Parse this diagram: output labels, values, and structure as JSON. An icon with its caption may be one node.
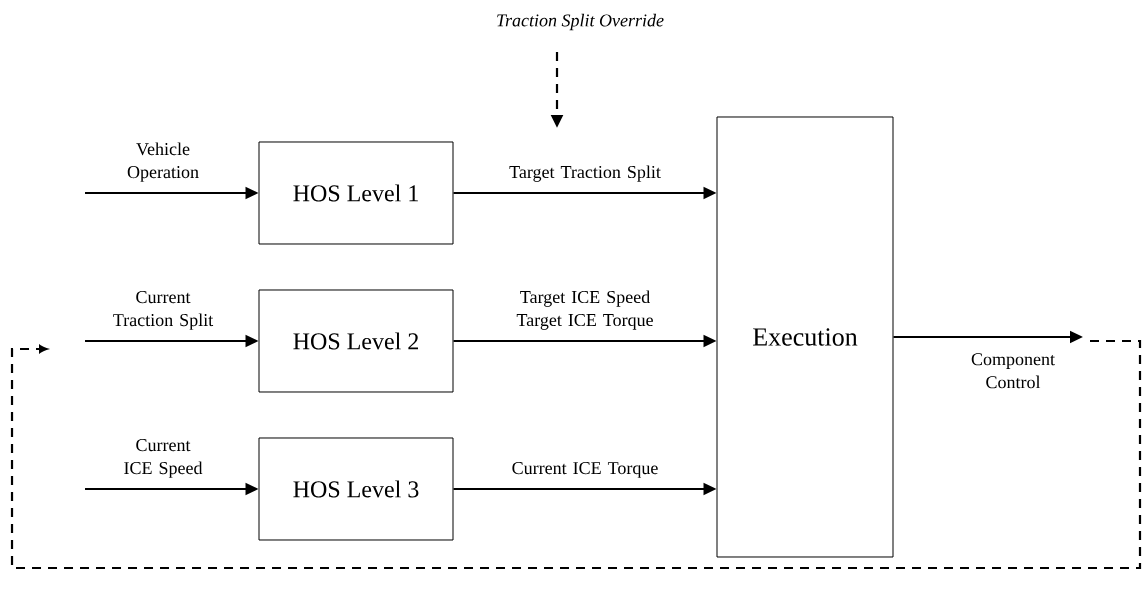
{
  "diagram": {
    "nodes": [
      {
        "text": [
          "HOS Level 1"
        ]
      },
      {
        "text": [
          "HOS Level 2"
        ]
      },
      {
        "text": [
          "HOS Level 3"
        ]
      },
      {
        "text": [
          "Execution"
        ]
      }
    ],
    "edges": [
      {
        "from": null,
        "to": 0,
        "arrow": "to",
        "label": "Vehicle Operation"
      },
      {
        "from": null,
        "to": 1,
        "arrow": "to",
        "label": "Current Traction Split"
      },
      {
        "from": null,
        "to": 2,
        "arrow": "to",
        "label": "Current ICE Speed"
      },
      {
        "from": 0,
        "to": 3,
        "arrow": "to",
        "label": "Target Traction Split"
      },
      {
        "from": 1,
        "to": 3,
        "arrow": "to",
        "label": "Target ICE Speed Target ICE Torque"
      },
      {
        "from": 2,
        "to": 3,
        "arrow": "to",
        "label": "Current ICE Torque"
      },
      {
        "from": 3,
        "to": null,
        "arrow": "to",
        "label": "Component Control"
      }
    ],
    "labels": [
      "Traction Split Override"
    ]
  }
}
